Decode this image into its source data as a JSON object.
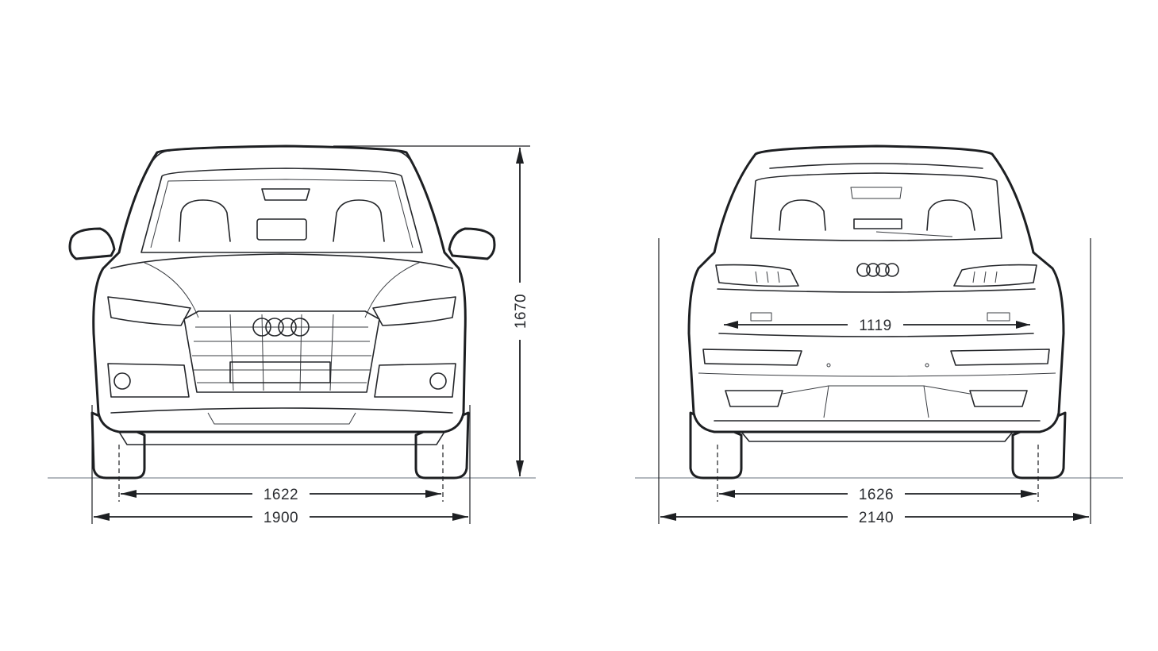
{
  "front_view": {
    "track_width": "1622",
    "overall_width": "1900",
    "height": "1670"
  },
  "rear_view": {
    "track_width": "1626",
    "overall_width": "2140",
    "loading_width": "1119"
  },
  "colors": {
    "line": "#1d1f22",
    "ground": "#9aa0a8",
    "background": "#ffffff"
  }
}
